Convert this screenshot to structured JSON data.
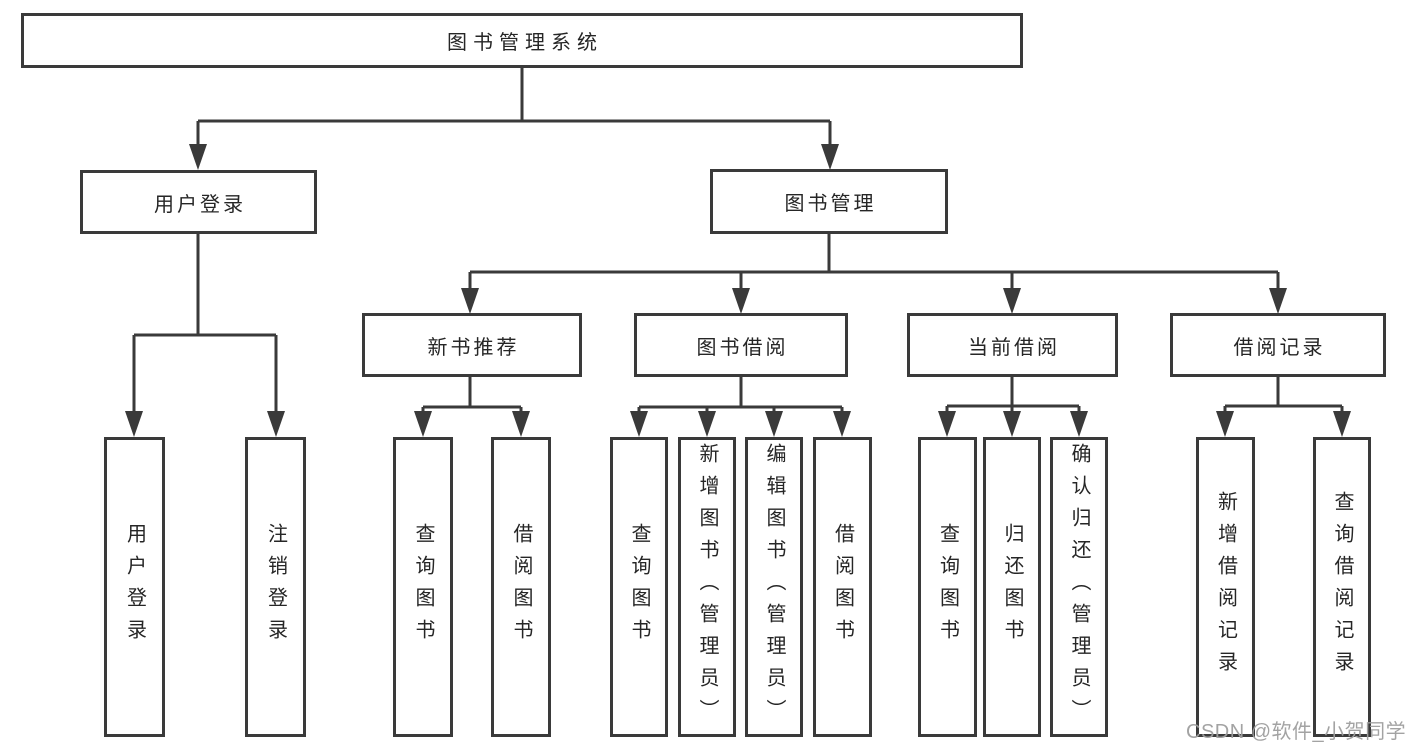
{
  "diagram": {
    "root": {
      "label": "图书管理系统"
    },
    "level2": [
      {
        "label": "用户登录"
      },
      {
        "label": "图书管理"
      }
    ],
    "level3": [
      {
        "label": "新书推荐"
      },
      {
        "label": "图书借阅"
      },
      {
        "label": "当前借阅"
      },
      {
        "label": "借阅记录"
      }
    ],
    "leaves": {
      "userLogin": [
        {
          "label": "用户登录"
        },
        {
          "label": "注销登录"
        }
      ],
      "newBook": [
        {
          "label": "查询图书"
        },
        {
          "label": "借阅图书"
        }
      ],
      "bookBorrow": [
        {
          "label": "查询图书"
        },
        {
          "label": "新增图书（管理员）"
        },
        {
          "label": "编辑图书（管理员）"
        },
        {
          "label": "借阅图书"
        }
      ],
      "currentBorrow": [
        {
          "label": "查询图书"
        },
        {
          "label": "归还图书"
        },
        {
          "label": "确认归还（管理员）"
        }
      ],
      "borrowRecords": [
        {
          "label": "新增借阅记录"
        },
        {
          "label": "查询借阅记录"
        }
      ]
    },
    "watermark": "CSDN @软件_小贺同学",
    "colors": {
      "line": "#3a3a3a",
      "text": "#262626",
      "watermark": "#9e9e9e",
      "background": "#ffffff"
    }
  }
}
